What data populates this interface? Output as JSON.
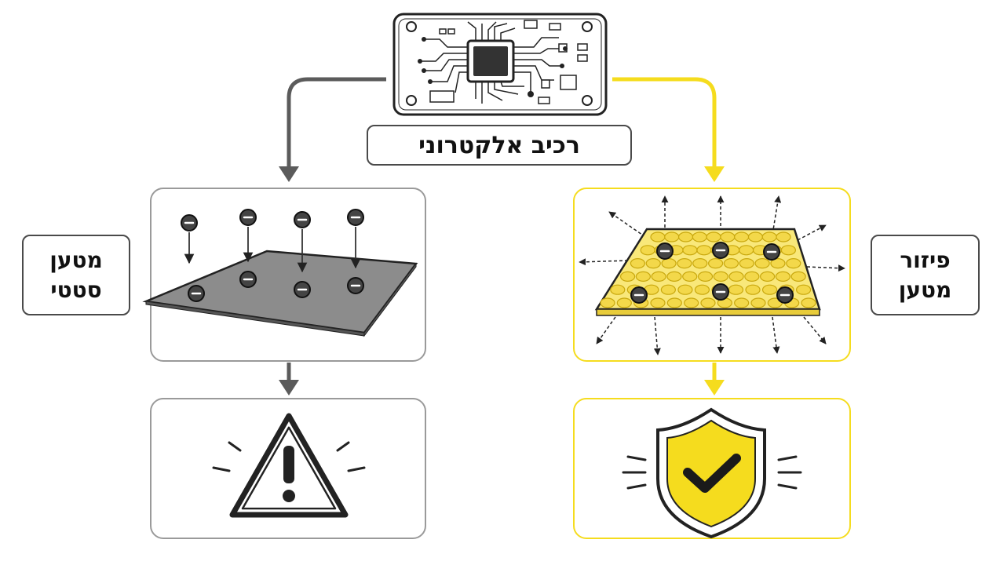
{
  "title": "רכיב אלקטרוני",
  "left_label": {
    "line1": "מטען",
    "line2": "סטטי"
  },
  "right_label": {
    "line1": "פיזור",
    "line2": "מטען"
  },
  "colors": {
    "left_path": "#5b5b5b",
    "right_path": "#f5dc1e",
    "plate_gray": "#8c8c8c",
    "plate_yellow": "#f9e87a",
    "shield_yellow": "#f5dc1e",
    "dark": "#1a1a1a"
  },
  "icons": {
    "component": "circuit-board-icon",
    "charge": "electron-minus-icon",
    "warning": "warning-triangle-icon",
    "protection": "shield-check-icon"
  }
}
